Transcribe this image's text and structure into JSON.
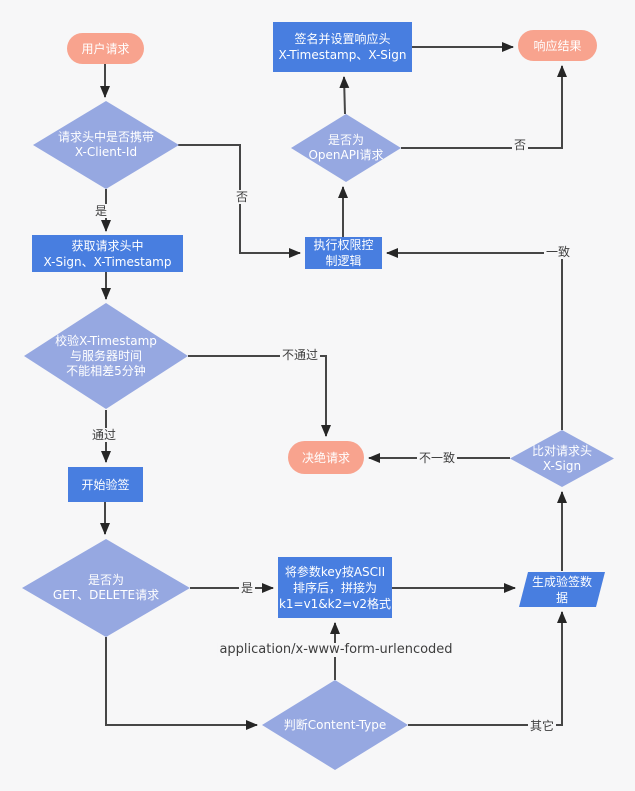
{
  "page": {
    "bg": "#f7f7f8"
  },
  "colors": {
    "process_fill": "#487ee0",
    "decision_fill": "#96a8e1",
    "terminal_fill": "#f8a38e",
    "shape_text": "#ffffff",
    "line": "#464646",
    "arrow": "#262626",
    "edge_label": "#3e3e3e"
  },
  "nodes": {
    "user_request": {
      "lines": [
        "用户请求"
      ]
    },
    "check_client_id": {
      "lines": [
        "请求头中是否携带",
        "X-Client-Id"
      ]
    },
    "get_headers": {
      "lines": [
        "获取请求头中",
        "X-Sign、X-Timestamp"
      ]
    },
    "check_timestamp": {
      "lines": [
        "校验X-Timestamp",
        "与服务器时间",
        "不能相差5分钟"
      ]
    },
    "start_verify": {
      "lines": [
        "开始验签"
      ]
    },
    "check_method": {
      "lines": [
        "是否为",
        "GET、DELETE请求"
      ]
    },
    "sort_params": {
      "lines": [
        "将参数key按ASCII",
        "排序后，拼接为",
        "k1=v1&k2=v2格式"
      ]
    },
    "check_content_type": {
      "lines": [
        "判断Content-Type"
      ]
    },
    "gen_sign_data": {
      "lines": [
        "生成验签数",
        "据"
      ]
    },
    "compare_sign": {
      "lines": [
        "比对请求头",
        "X-Sign"
      ]
    },
    "reject_request": {
      "lines": [
        "决绝请求"
      ]
    },
    "exec_permission": {
      "lines": [
        "执行权限控",
        "制逻辑"
      ]
    },
    "check_openapi": {
      "lines": [
        "是否为",
        "OpenAPI请求"
      ]
    },
    "sign_response": {
      "lines": [
        "签名并设置响应头",
        "X-Timestamp、X-Sign"
      ]
    },
    "response_result": {
      "lines": [
        "响应结果"
      ]
    }
  },
  "edge_labels": {
    "yes1": "是",
    "no1": "否",
    "pass": "通过",
    "fail": "不通过",
    "yes2": "是",
    "content_type_form": "application/x-www-form-urlencoded",
    "other": "其它",
    "match": "一致",
    "mismatch": "不一致",
    "no2": "否"
  }
}
